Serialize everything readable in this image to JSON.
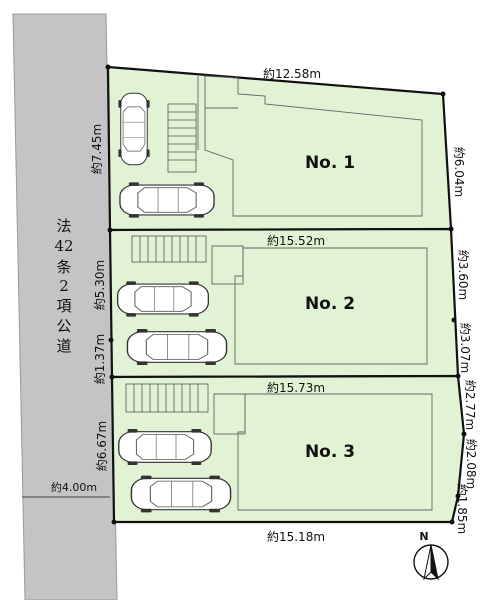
{
  "road": {
    "label_chars": [
      "法",
      "42",
      "条",
      "2",
      "項",
      "公",
      "道"
    ],
    "width_label": "約4.00m"
  },
  "lots": [
    {
      "label": "No. 1"
    },
    {
      "label": "No. 2"
    },
    {
      "label": "No. 3"
    }
  ],
  "dimensions": {
    "top": "約12.58m",
    "lot1_left": "約7.45m",
    "lot1_right": "約6.04m",
    "lot2_top": "約15.52m",
    "lot2_left": "約5.30m",
    "lot2_right_upper": "約3.60m",
    "lot2_right_lower": "約3.07m",
    "lot3_top": "約15.73m",
    "lot3_left_upper": "約1.37m",
    "lot3_left": "約6.67m",
    "lot3_right_1": "約2.77m",
    "lot3_right_2": "約2.08m",
    "lot3_right_3": "約1.85m",
    "bottom": "約15.18m"
  },
  "compass": {
    "label": "N"
  },
  "colors": {
    "lot_fill": "#e2f2d4",
    "road_fill": "#c4c4c6",
    "boundary": "#111111"
  }
}
